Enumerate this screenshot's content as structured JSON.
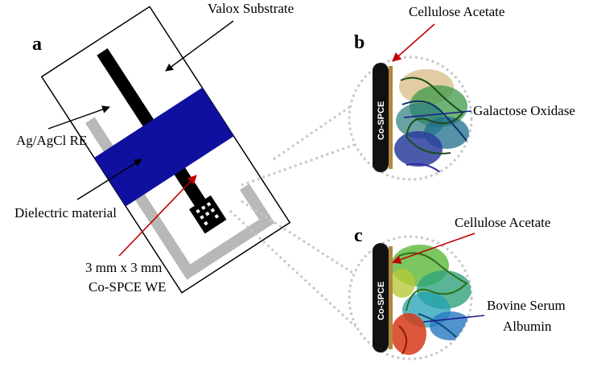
{
  "panels": {
    "a": "a",
    "b": "b",
    "c": "c"
  },
  "labels": {
    "valox_substrate": "Valox Substrate",
    "ag_agcl_re": "Ag/AgCl  RE",
    "dielectric_material": "Dielectric material",
    "we_size": "3 mm x 3 mm",
    "we_name": "Co-SPCE WE",
    "cellulose_acetate_b": "Cellulose Acetate",
    "galactose_oxidase": "Galactose Oxidase",
    "cellulose_acetate_c": "Cellulose Acetate",
    "bovine_serum": "Bovine Serum",
    "albumin": "Albumin",
    "electrode_label_b": "Co-SPCE",
    "electrode_label_c": "Co-SPCE"
  },
  "colors": {
    "dielectric": "#1010a0",
    "reference_electrode": "#b8b8b8",
    "working_electrode": "#000000",
    "cellulose_acetate_layer": "#b08840",
    "red_arrow": "#c00000",
    "blue_pointer": "#1a1a8c",
    "dotted_outline": "#c8c8c8"
  }
}
